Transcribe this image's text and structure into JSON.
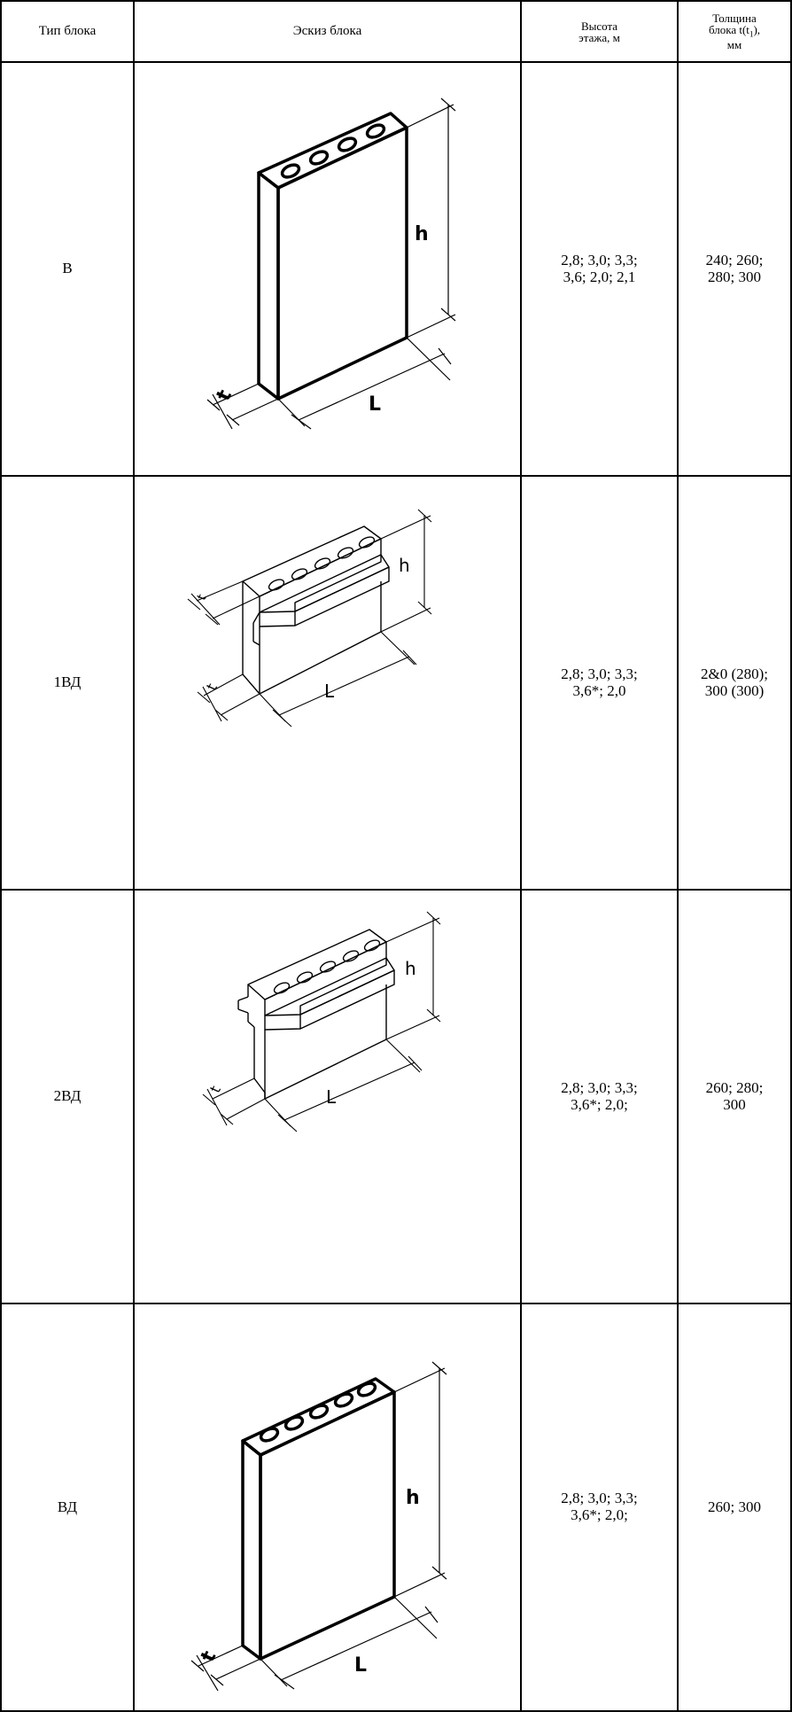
{
  "header": {
    "col1": "Тип блока",
    "col2": "Эскиз блока",
    "col3_line1": "Высота",
    "col3_line2": "этажа, м",
    "col4_line1": "Толщина",
    "col4_line2": "блока t(t",
    "col4_sub": "1",
    "col4_line2_end": "),",
    "col4_line3": "мм"
  },
  "rows": [
    {
      "type": "В",
      "height_line1": "2,8;  3,0;  3,3;",
      "height_line2": "3,6;  2,0;  2,1",
      "thickness_line1": "240; 260;",
      "thickness_line2": "280;  300",
      "sketch": {
        "h": "h",
        "l": "L",
        "t": "t"
      }
    },
    {
      "type": "1ВД",
      "height_line1": "2,8;  3,0;  3,3;",
      "height_line2": "3,6*;  2,0",
      "thickness_line1": "2&0  (280);",
      "thickness_line2": "300  (300)",
      "sketch": {
        "h": "h",
        "l": "L",
        "t": "t",
        "t1": "t"
      }
    },
    {
      "type": "2ВД",
      "height_line1": "2,8; 3,0; 3,3;",
      "height_line2": "3,6*; 2,0;",
      "thickness_line1": "260; 280;",
      "thickness_line2": "300",
      "sketch": {
        "h": "h",
        "l": "L",
        "t": "t"
      }
    },
    {
      "type": "ВД",
      "height_line1": "2,8; 3,0; 3,3;",
      "height_line2": "3,6*; 2,0;",
      "thickness_line1": "260; 300",
      "thickness_line2": "",
      "sketch": {
        "h": "h",
        "l": "L",
        "t": "t"
      }
    }
  ]
}
